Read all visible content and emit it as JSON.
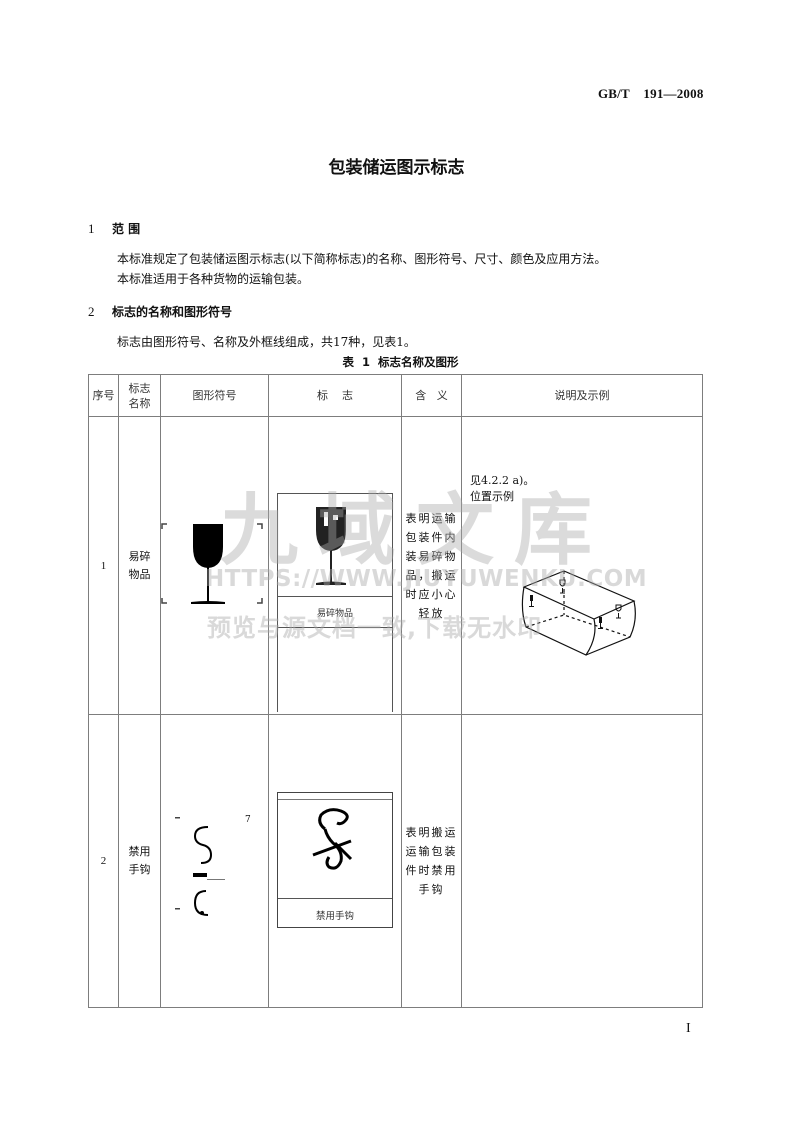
{
  "header": {
    "standard_code": "GB/T    191—2008"
  },
  "document": {
    "title": "包装储运图示标志"
  },
  "sections": [
    {
      "number": "1",
      "heading": "范 围",
      "paragraphs": [
        "本标准规定了包装储运图示标志(以下简称标志)的名称、图形符号、尺寸、颜色及应用方法。",
        "本标准适用于各种货物的运输包装。"
      ]
    },
    {
      "number": "2",
      "heading": "标志的名称和图形符号",
      "paragraphs": [
        "标志由图形符号、名称及外框线组成，共17种，见表1。"
      ]
    }
  ],
  "table": {
    "caption": "表  1  标志名称及图形",
    "columns": [
      "序号",
      "标志名称",
      "图形符号",
      "标    志",
      "含   义",
      "说明及示例"
    ],
    "rows": [
      {
        "index": "1",
        "name": "易碎物品",
        "symbol_icon": "fragile-wineglass-icon",
        "label_text": "易碎物品",
        "meaning": "表明运输包装件内装易碎物品，搬运时应小心轻放",
        "notes": [
          "见4.2.2 a)。",
          "位置示例"
        ],
        "example_icon": "package-box-with-fragile-marks-icon"
      },
      {
        "index": "2",
        "name": "禁用手钩",
        "symbol_icon": "no-hook-icon",
        "symbol_annotation": "7",
        "label_text": "禁用手钩",
        "meaning": "表明搬运运输包装件时禁用手钩",
        "notes": []
      }
    ]
  },
  "watermark": {
    "brand": "九域文库",
    "url": "HTTPS://WWW.JIUYUWENKU.COM",
    "slogan": "预览与源文档一致,下载无水印"
  },
  "footer": {
    "page_number": "I"
  }
}
